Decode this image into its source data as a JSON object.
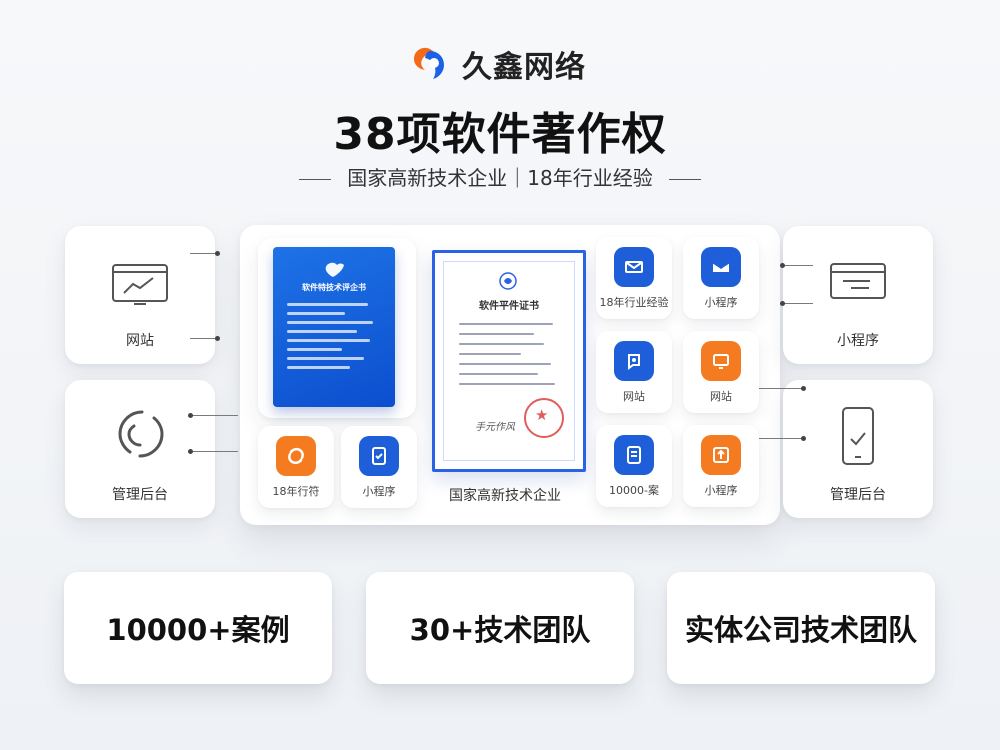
{
  "brand": {
    "name": "久鑫网络"
  },
  "hero": {
    "title": "38项软件著作权",
    "subtitle": "国家高新技术企业｜18年行业经验"
  },
  "left_cards": [
    {
      "label": "网站",
      "icon": "monitor-chart-icon"
    },
    {
      "label": "管理后台",
      "icon": "swirl-logo-icon"
    }
  ],
  "right_cards": [
    {
      "label": "小程序",
      "icon": "terminal-window-icon"
    },
    {
      "label": "管理后台",
      "icon": "mobile-check-icon"
    }
  ],
  "certificate": {
    "left_title": "软件特技术评企书",
    "main_title": "软件平件证书",
    "signature": "手元作风",
    "caption": "国家高新技术企业"
  },
  "center_left_tiles": [
    {
      "label": "18年行符",
      "color": "#f57b20",
      "icon": "orange-swirl-icon"
    },
    {
      "label": "小程序",
      "color": "#1f5ed9",
      "icon": "blue-check-card-icon"
    }
  ],
  "center_right_tiles": [
    {
      "label": "18年行业经验",
      "color": "#1f5ed9",
      "icon": "blue-mail-icon"
    },
    {
      "label": "小程序",
      "color": "#1f5ed9",
      "icon": "blue-envelope-icon"
    },
    {
      "label": "网站",
      "color": "#1f5ed9",
      "icon": "blue-chat-icon"
    },
    {
      "label": "网站",
      "color": "#f57b20",
      "icon": "orange-screen-icon"
    },
    {
      "label": "10000-案",
      "color": "#1f5ed9",
      "icon": "blue-doc-icon"
    },
    {
      "label": "小程序",
      "color": "#f57b20",
      "icon": "orange-upload-icon"
    }
  ],
  "stats": [
    "10000+案例",
    "30+技术团队",
    "实体公司技术团队"
  ]
}
